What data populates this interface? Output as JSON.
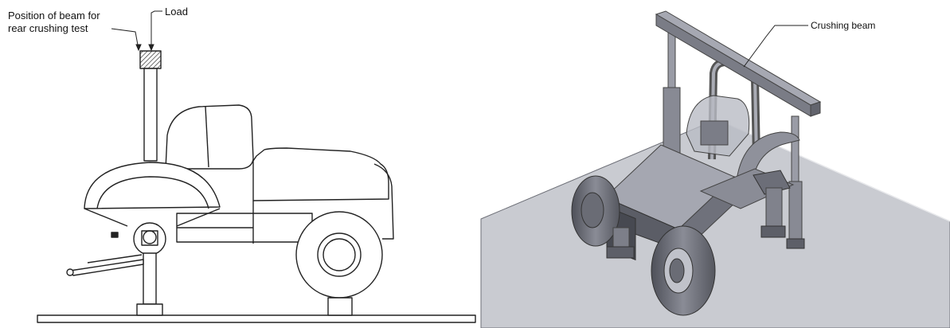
{
  "left_panel": {
    "beam_position_label_line1": "Position of beam for",
    "beam_position_label_line2": "rear crushing test",
    "load_label": "Load"
  },
  "right_panel": {
    "crushing_beam_label": "Crushing beam"
  },
  "colors": {
    "line": "#222222",
    "floor": "#c9cbd1",
    "tractor_body": "#9a9ca6",
    "tractor_dark": "#5f616b",
    "beam": "#8e909a"
  }
}
